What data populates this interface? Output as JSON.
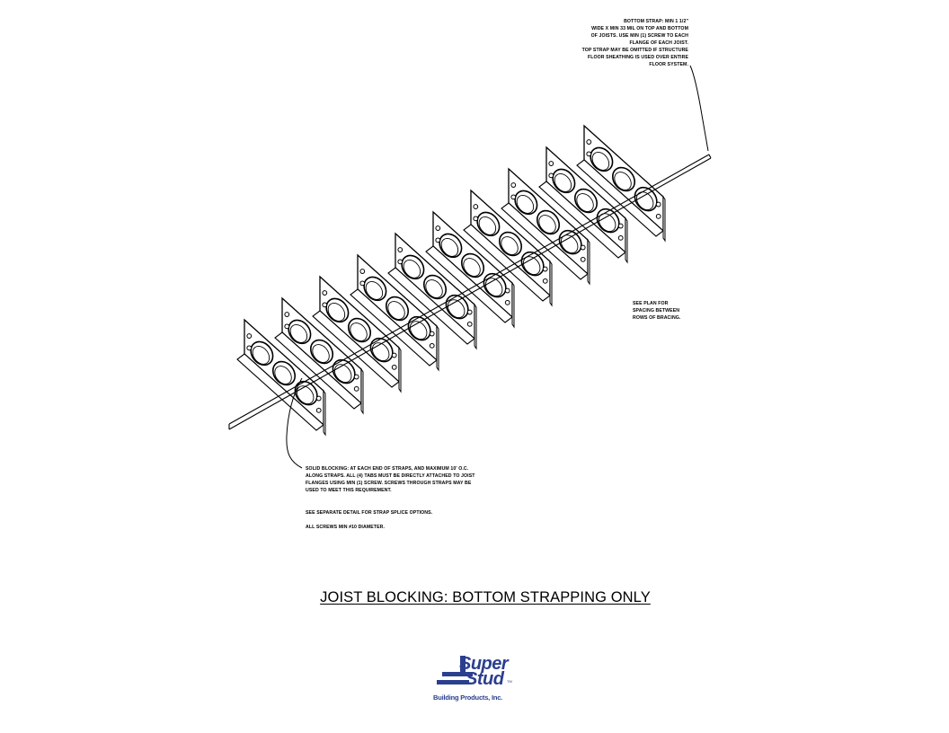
{
  "notes": {
    "top_strap": "BOTTOM STRAP: MIN 1 1/2\"\nWIDE X MIN 33 MIL ON TOP AND BOTTOM\nOF JOISTS. USE MIN (1) SCREW TO EACH\nFLANGE OF EACH JOIST.\nTOP STRAP MAY BE OMITTED IF STRUCTURE\nFLOOR SHEATHING IS USED OVER ENTIRE\nFLOOR SYSTEM.",
    "spacing": "SEE PLAN FOR\nSPACING BETWEEN\nROWS OF BRACING.",
    "solid_blocking": "SOLID BLOCKING: AT EACH END OF STRAPS, AND MAXIMUM 10' O.C.\nALONG STRAPS. ALL (4) TABS MUST BE DIRECTLY ATTACHED TO JOIST\nFLANGES USING MIN (1) SCREW. SCREWS THROUGH STRAPS MAY BE\nUSED TO MEET THIS REQUIREMENT.",
    "splice": "SEE SEPARATE DETAIL FOR STRAP SPLICE OPTIONS.",
    "screws": "ALL SCREWS MIN #10 DIAMETER."
  },
  "title": "JOIST BLOCKING: BOTTOM STRAPPING ONLY",
  "logo": {
    "word1": "Super",
    "word2": "Stud",
    "trademark": "TM",
    "subtitle": "Building Products, Inc.",
    "color": "#2b3f8f"
  },
  "colors": {
    "line": "#000000",
    "background": "#ffffff",
    "brand": "#2b3f8f"
  }
}
